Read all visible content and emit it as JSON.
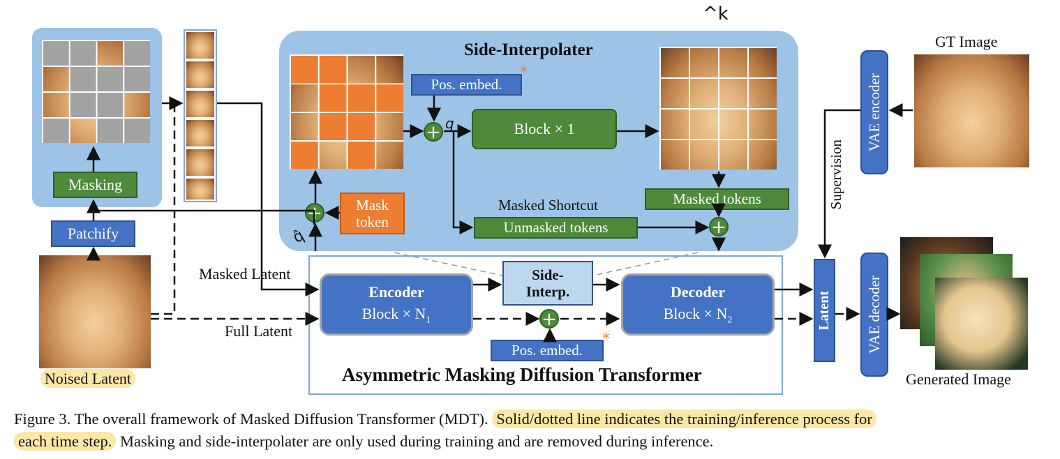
{
  "labels": {
    "side_interpolater_title": "Side-Interpolater",
    "pos_embed_top": "Pos. embed.",
    "block_x1": "Block × 1",
    "mask_token_line1": "Mask",
    "mask_token_line2": "token",
    "masked_shortcut": "Masked Shortcut",
    "unmasked_tokens": "Unmasked tokens",
    "masked_tokens": "Masked tokens",
    "masking": "Masking",
    "patchify": "Patchify",
    "noised_latent": "Noised Latent",
    "masked_latent": "Masked Latent",
    "full_latent": "Full Latent",
    "encoder_title": "Encoder",
    "encoder_block": "Block × N",
    "encoder_sub": "1",
    "side_interp_line1": "Side-",
    "side_interp_line2": "Interp.",
    "decoder_title": "Decoder",
    "decoder_block": "Block × N",
    "decoder_sub": "2",
    "pos_embed_bottom": "Pos. embed.",
    "amdt_title": "Asymmetric Masking Diffusion Transformer",
    "latent": "Latent",
    "vae_encoder": "VAE encoder",
    "vae_decoder": "VAE decoder",
    "supervision": "Supervision",
    "gt_image": "GT Image",
    "generated_image": "Generated Image",
    "star": "*",
    "hand_k": "^k",
    "hand_q": "q",
    "hand_q2": "q̂"
  },
  "caption": {
    "prefix": "Figure 3. The overall framework of Masked Diffusion Transformer (MDT).",
    "highlight_a": "Solid/dotted line indicates the training/inference process for",
    "highlight_b": "each time step.",
    "suffix": "Masking and side-interpolater are only used during training and are removed during inference."
  },
  "colors": {
    "panel": "#9dc3e6",
    "green": "#4e8a3a",
    "blue": "#4472c4",
    "orange": "#ed7d31",
    "highlight": "#fbe7a6"
  }
}
